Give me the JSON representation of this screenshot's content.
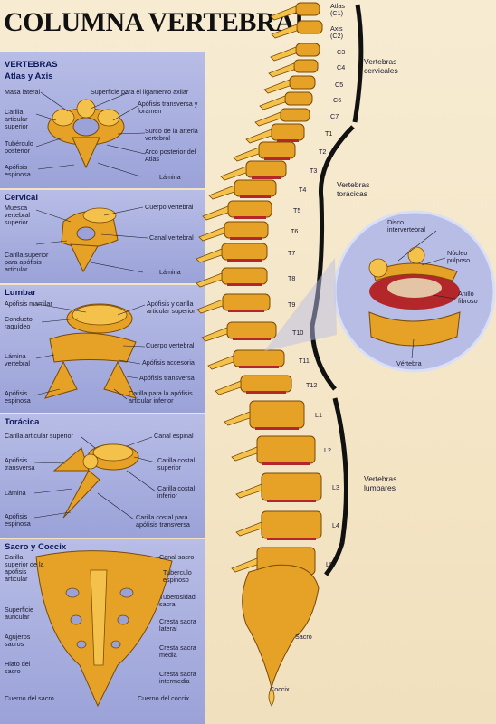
{
  "title": "COLUMNA VERTEBRAL",
  "sections": {
    "vertebras": "VERTEBRAS",
    "atlas": {
      "heading": "Atlas y Axis",
      "labels": [
        "Masa lateral",
        "Superficie para el ligamento axilar",
        "Carilla articular superior",
        "Apófisis transversa y foramen",
        "Surco de la arteria vertebral",
        "Tubérculo posterior",
        "Arco posterior del Atlas",
        "Apófisis espinosa",
        "Lámina"
      ]
    },
    "cervical": {
      "heading": "Cervical",
      "labels": [
        "Muesca vertebral superior",
        "Cuerpo vertebral",
        "Canal vertebral",
        "Carilla superior para apófisis articular",
        "Lámina"
      ]
    },
    "lumbar": {
      "heading": "Lumbar",
      "labels": [
        "Apófisis mamilar",
        "Apófisis y carilla articular superior",
        "Conducto raquídeo",
        "Cuerpo vertebral",
        "Lámina vertebral",
        "Apófisis accesoria",
        "Apófisis transversa",
        "Apófisis espinosa",
        "Carilla para la apófisis articular inferior"
      ]
    },
    "toracica": {
      "heading": "Torácica",
      "labels": [
        "Carilla articular superior",
        "Canal espinal",
        "Apófisis transversa",
        "Carilla costal superior",
        "Lámina",
        "Carilla costal inferior",
        "Apófisis espinosa",
        "Carilla costal para apófisis transversa"
      ]
    },
    "sacro": {
      "heading": "Sacro y Coccix",
      "labels": [
        "Carilla superior de la apófisis articular",
        "Canal sacro",
        "Tubérculo espinoso",
        "Tuberosidad sacra",
        "Superficie auricular",
        "Cresta sacra lateral",
        "Agujeros sacros",
        "Cresta sacra media",
        "Hiato del sacro",
        "Cresta sacra intermedia",
        "Cuerno del sacro",
        "Cuerno del coccix"
      ]
    }
  },
  "spine": {
    "cervical_levels": [
      "Atlas (C1)",
      "Axis (C2)",
      "C3",
      "C4",
      "C5",
      "C6",
      "C7"
    ],
    "thoracic_levels": [
      "T1",
      "T2",
      "T3",
      "T4",
      "T5",
      "T6",
      "T7",
      "T8",
      "T9",
      "T10",
      "T11",
      "T12"
    ],
    "lumbar_levels": [
      "L1",
      "L2",
      "L3",
      "L4",
      "L5"
    ],
    "sacro": "Sacro",
    "coccix": "Coccix",
    "regions": [
      "Vertebras cervicales",
      "Vertebras torácicas",
      "Vertebras lumbares"
    ]
  },
  "inset": {
    "labels": [
      "Disco intervertebral",
      "Núcleo pulposo",
      "Anillo fibroso",
      "Vértebra"
    ]
  },
  "colors": {
    "panel": "#a9afe0",
    "bone": "#e6a226",
    "disc": "#b3262a",
    "bg": "#f3e4c3"
  }
}
